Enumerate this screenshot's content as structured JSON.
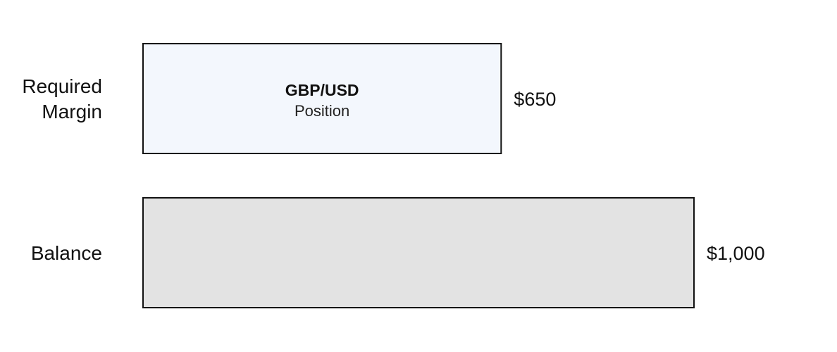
{
  "chart_data": {
    "type": "bar",
    "orientation": "horizontal",
    "categories": [
      "Required Margin",
      "Balance"
    ],
    "category_lines": [
      [
        "Required",
        "Margin"
      ],
      [
        "Balance"
      ]
    ],
    "values": [
      650,
      1000
    ],
    "value_labels": [
      "$650",
      "$1,000"
    ],
    "bar_titles": [
      "GBP/USD",
      ""
    ],
    "bar_subtitles": [
      "Position",
      ""
    ],
    "bar_colors": [
      "#f3f7fd",
      "#e3e3e3"
    ],
    "edge_color": "#111111",
    "xlim": [
      0,
      1000
    ],
    "grid": false,
    "title": "",
    "xlabel": "",
    "ylabel": ""
  }
}
